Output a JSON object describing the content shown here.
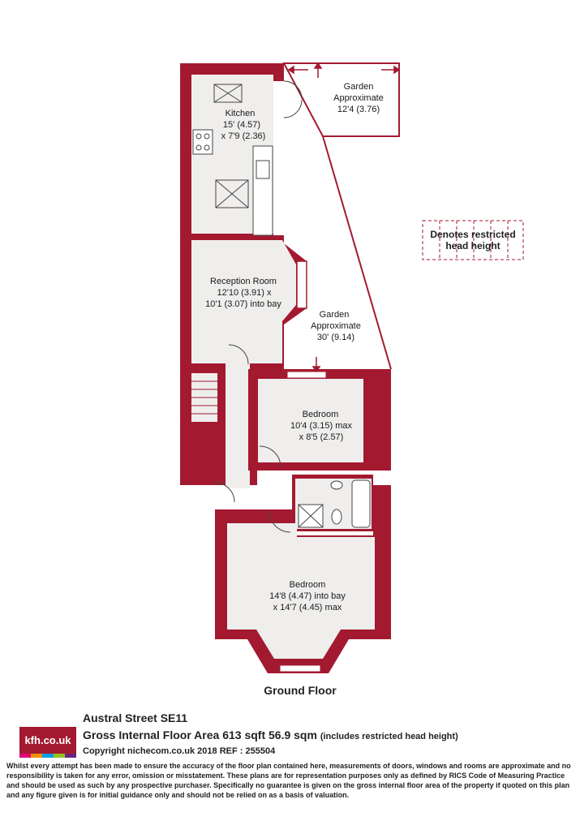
{
  "rooms": {
    "kitchen": {
      "name": "Kitchen",
      "dim1": "15' (4.57)",
      "dim2": "x 7'9 (2.36)"
    },
    "reception": {
      "name": "Reception Room",
      "dim1": "12'10 (3.91) x",
      "dim2": "10'1 (3.07) into bay"
    },
    "garden_top": {
      "name": "Garden",
      "line2": "Approximate",
      "dim": "12'4 (3.76)"
    },
    "garden_mid": {
      "name": "Garden",
      "line2": "Approximate",
      "dim": "30' (9.14)"
    },
    "bedroom_small": {
      "name": "Bedroom",
      "dim1": "10'4 (3.15) max",
      "dim2": "x 8'5 (2.57)"
    },
    "bedroom_large": {
      "name": "Bedroom",
      "dim1": "14'8 (4.47) into bay",
      "dim2": "x 14'7 (4.45) max"
    }
  },
  "legend": {
    "line1": "Denotes restricted",
    "line2": "head height"
  },
  "floor_title": "Ground Floor",
  "footer": {
    "logo": "kfh.co.uk",
    "address": "Austral Street SE11",
    "area": "Gross Internal Floor Area 613 sqft 56.9 sqm",
    "area_note": "(includes restricted head height)",
    "copyright": "Copyright nichecom.co.uk 2018 REF : 255504",
    "disclaimer": "Whilst every attempt has been made to ensure the accuracy of the floor plan contained here, measurements of doors, windows and rooms are approximate and no responsibility is taken for any error, omission or misstatement.  These plans are for representation purposes only as defined by RICS Code of Measuring Practice and should be used as such by any prospective purchaser.  Specifically no guarantee is given on the gross internal floor area of the property if quoted on this plan and any figure given is for initial guidance only and should not be relied on as a basis of valuation."
  },
  "colors": {
    "wall": "#a31a30",
    "floor": "#efeeed",
    "logo_stripes": [
      "#e2007a",
      "#f39200",
      "#009fe3",
      "#95c11f",
      "#662483"
    ]
  }
}
